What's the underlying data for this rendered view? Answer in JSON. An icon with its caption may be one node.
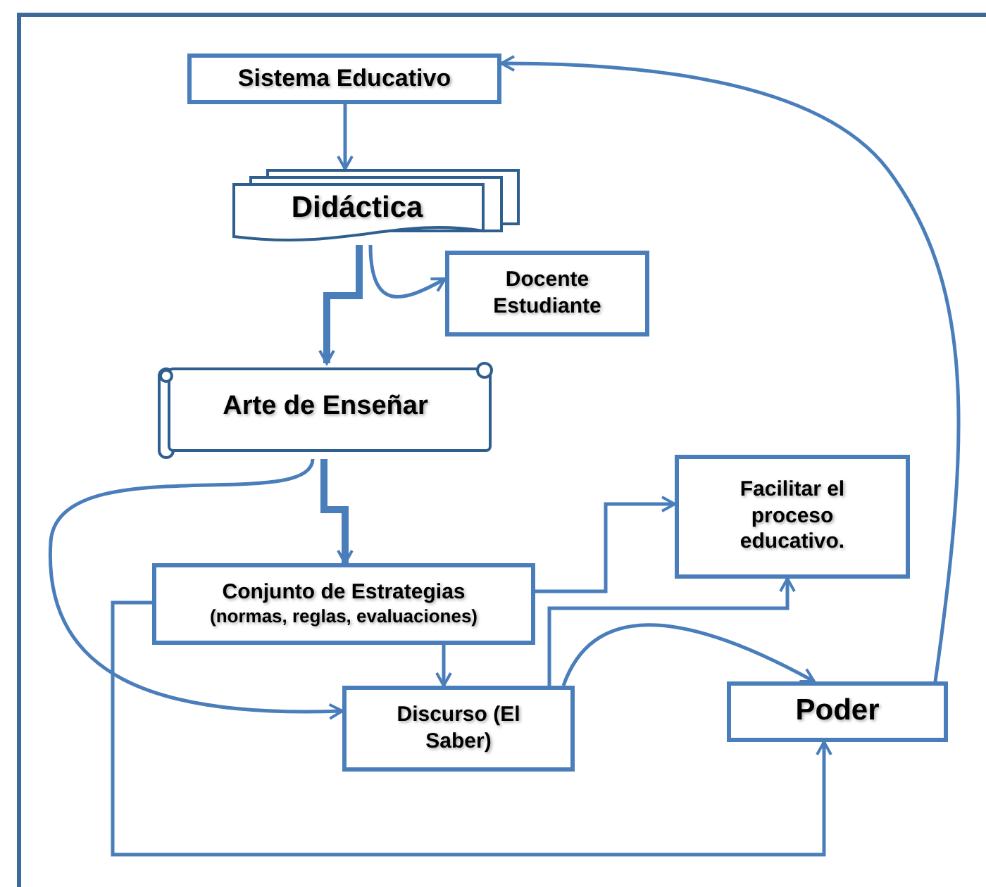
{
  "diagram": {
    "nodes": [
      {
        "text": [
          "Sistema Educativo"
        ]
      },
      {
        "text": [
          "Didáctica"
        ]
      },
      {
        "text": [
          "Docente Estudiante"
        ]
      },
      {
        "text": [
          "Arte de Enseñar"
        ]
      },
      {
        "text": [
          "Facilitar el proceso educativo."
        ]
      },
      {
        "text": [
          "Conjunto de Estrategias",
          "(normas, reglas, evaluaciones)"
        ]
      },
      {
        "text": [
          "Discurso (El Saber)"
        ]
      },
      {
        "text": [
          "Poder"
        ]
      }
    ],
    "edges": [
      {
        "from": 0,
        "to": 1,
        "arrow": "to"
      },
      {
        "from": 1,
        "to": 3,
        "arrow": "to",
        "style": "thick"
      },
      {
        "from": 1,
        "to": 2,
        "arrow": "to"
      },
      {
        "from": 3,
        "to": 5,
        "arrow": "to",
        "style": "thick"
      },
      {
        "from": 3,
        "to": 6,
        "arrow": "to"
      },
      {
        "from": 5,
        "to": 4,
        "arrow": "to"
      },
      {
        "from": 5,
        "to": 6,
        "arrow": "to"
      },
      {
        "from": 6,
        "to": 4,
        "arrow": "to"
      },
      {
        "from": 6,
        "to": 7,
        "arrow": "to"
      },
      {
        "from": 5,
        "to": 7,
        "arrow": "to"
      },
      {
        "from": 7,
        "to": 0,
        "arrow": "to"
      }
    ]
  }
}
